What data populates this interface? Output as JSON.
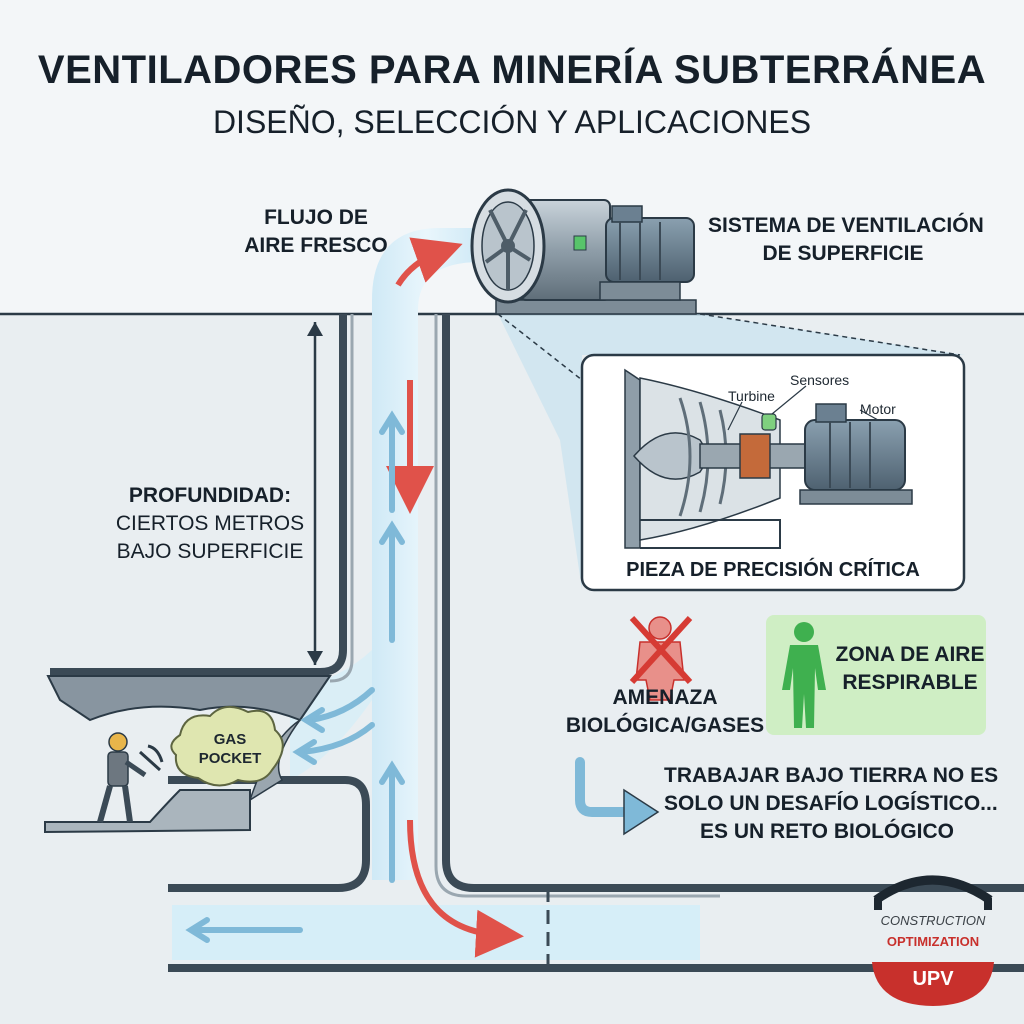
{
  "header": {
    "title": "VENTILADORES PARA MINERÍA SUBTERRÁNEA",
    "subtitle": "DISEÑO, SELECCIÓN Y APLICACIONES"
  },
  "labels": {
    "fresh_air": [
      "FLUJO DE",
      "AIRE FRESCO"
    ],
    "surface_system": [
      "SISTEMA DE VENTILACIÓN",
      "DE SUPERFICIE"
    ],
    "depth_title": "PROFUNDIDAD:",
    "depth_lines": [
      "CIERTOS METROS",
      "BAJO SUPERFICIE"
    ],
    "gas_pocket": [
      "GAS",
      "POCKET"
    ],
    "threat": [
      "AMENAZA",
      "BIOLÓGICA/GASES"
    ],
    "safe_zone": [
      "ZONA DE AIRE",
      "RESPIRABLE"
    ],
    "conclusion": [
      "TRABAJAR BAJO TIERRA NO ES",
      "SOLO UN DESAFÍO LOGÍSTICO...",
      "ES UN RETO BIOLÓGICO"
    ]
  },
  "detail": {
    "turbine": "Turbine",
    "sensors": "Sensores",
    "motor": "Motor",
    "caption": "PIEZA DE PRECISIÓN CRÍTICA"
  },
  "logo": {
    "line1": "CONSTRUCTION",
    "line2": "OPTIMIZATION",
    "line3": "UPV"
  },
  "colors": {
    "fresh_air": "#d6eef8",
    "airflow_up": "#7fb9d8",
    "exhaust": "#e0524a",
    "safe_zone": "#cfeec4",
    "threat": "#e06a60",
    "brand_red": "#c8302c"
  }
}
